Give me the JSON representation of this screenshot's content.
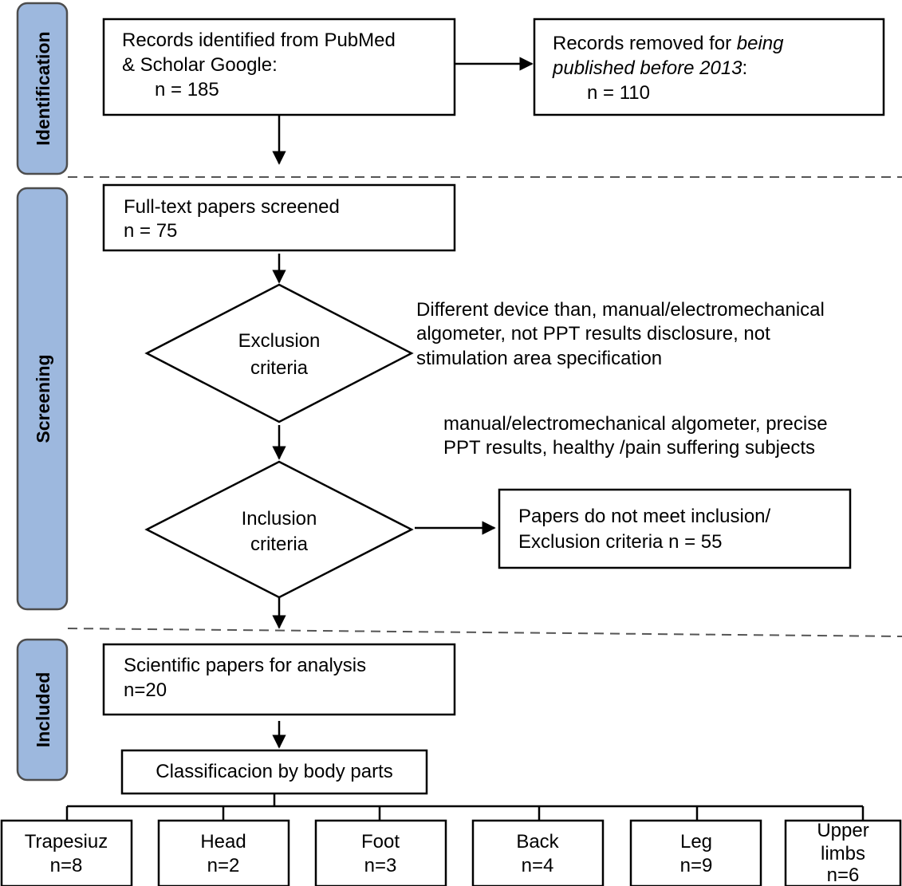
{
  "stages": [
    {
      "id": "identification",
      "label": "Identification"
    },
    {
      "id": "screening",
      "label": "Screening"
    },
    {
      "id": "included",
      "label": "Included"
    }
  ],
  "nodes": {
    "records_identified": {
      "lines": [
        "Records identified from PubMed",
        "& Scholar Google:",
        "n = 185"
      ]
    },
    "records_removed": {
      "lines": [
        "Records removed for being",
        "published before 2013:",
        "n = 110"
      ]
    },
    "full_text": {
      "lines": [
        "Full-text papers screened",
        "n = 75"
      ]
    },
    "exclusion": {
      "lines": [
        "Exclusion",
        "criteria"
      ]
    },
    "exclusion_note": {
      "lines": [
        "Different device than, manual/electromechanical",
        "algometer, not PPT results disclosure, not",
        "stimulation area specification"
      ]
    },
    "inclusion_note": {
      "lines": [
        "manual/electromechanical algometer, precise",
        "PPT results, healthy /pain suffering subjects"
      ]
    },
    "inclusion": {
      "lines": [
        "Inclusion",
        "criteria"
      ]
    },
    "not_meet": {
      "lines": [
        "Papers do not meet inclusion/",
        "Exclusion criteria n = 55"
      ]
    },
    "scientific": {
      "lines": [
        "Scientific papers for analysis",
        "n=20"
      ]
    },
    "classification": {
      "lines": [
        "Classificacion by body parts"
      ]
    }
  },
  "body_parts": [
    {
      "name": "Trapesiuz",
      "n": "n=8"
    },
    {
      "name": "Head",
      "n": "n=2"
    },
    {
      "name": "Foot",
      "n": "n=3"
    },
    {
      "name": "Back",
      "n": "n=4"
    },
    {
      "name": "Leg",
      "n": "n=9"
    },
    {
      "name": "Upper limbs",
      "n": "n=6"
    }
  ]
}
